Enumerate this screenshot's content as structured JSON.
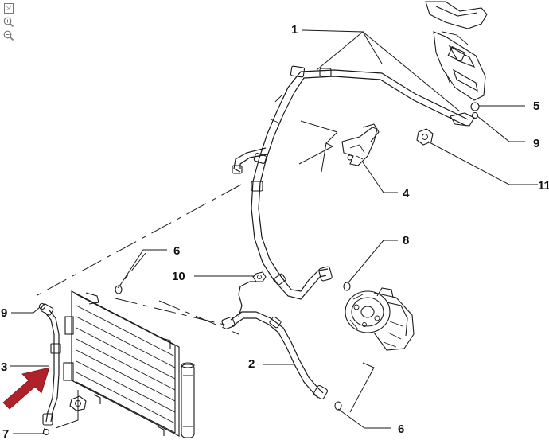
{
  "toolbar": {
    "items": [
      {
        "name": "fit-page-icon"
      },
      {
        "name": "zoom-in-icon"
      },
      {
        "name": "zoom-out-icon"
      }
    ]
  },
  "diagram": {
    "callouts": {
      "c1": "1",
      "c2": "2",
      "c3": "3",
      "c4": "4",
      "c5": "5",
      "c6a": "6",
      "c6b": "6",
      "c7": "7",
      "c8": "8",
      "c9a": "9",
      "c9b": "9",
      "c10": "10",
      "c11": "11"
    },
    "highlight_arrow_color": "#b0222a",
    "line_color": "#1a1a1a"
  }
}
